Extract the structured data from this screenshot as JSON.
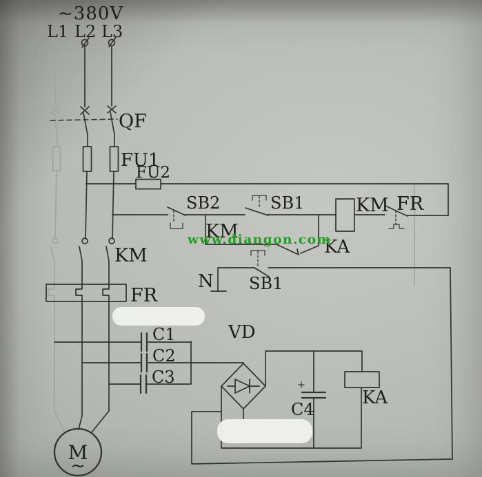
{
  "colors": {
    "paper": "#b5b7b2",
    "ink": "#33332f",
    "faint_ink": "#a3a39e",
    "label": "#1e1e1c",
    "watermark": "#1da11d",
    "patch": "#f0f1ed"
  },
  "watermark": {
    "text": "www.diangon.com"
  },
  "labels": {
    "supply": "~380V",
    "phase_l1": "L1",
    "phase_l2": "L2",
    "phase_l3": "L3",
    "breaker": "QF",
    "fuse_main": "FU1",
    "fuse_control": "FU2",
    "start_button": "SB2",
    "stop_button_top": "SB1",
    "contactor_coil": "KM",
    "thermal_contact": "FR",
    "contactor_aux": "KM",
    "relay_contact": "KA",
    "neutral": "N",
    "stop_button_bottom": "SB1",
    "contactor_main": "KM",
    "thermal_relay": "FR",
    "rectifier": "VD",
    "cap1": "C1",
    "cap2": "C2",
    "cap3": "C3",
    "cap4": "C4",
    "cap4_polarity": "+",
    "relay_coil": "KA",
    "motor": "M",
    "motor_ac": "~"
  }
}
